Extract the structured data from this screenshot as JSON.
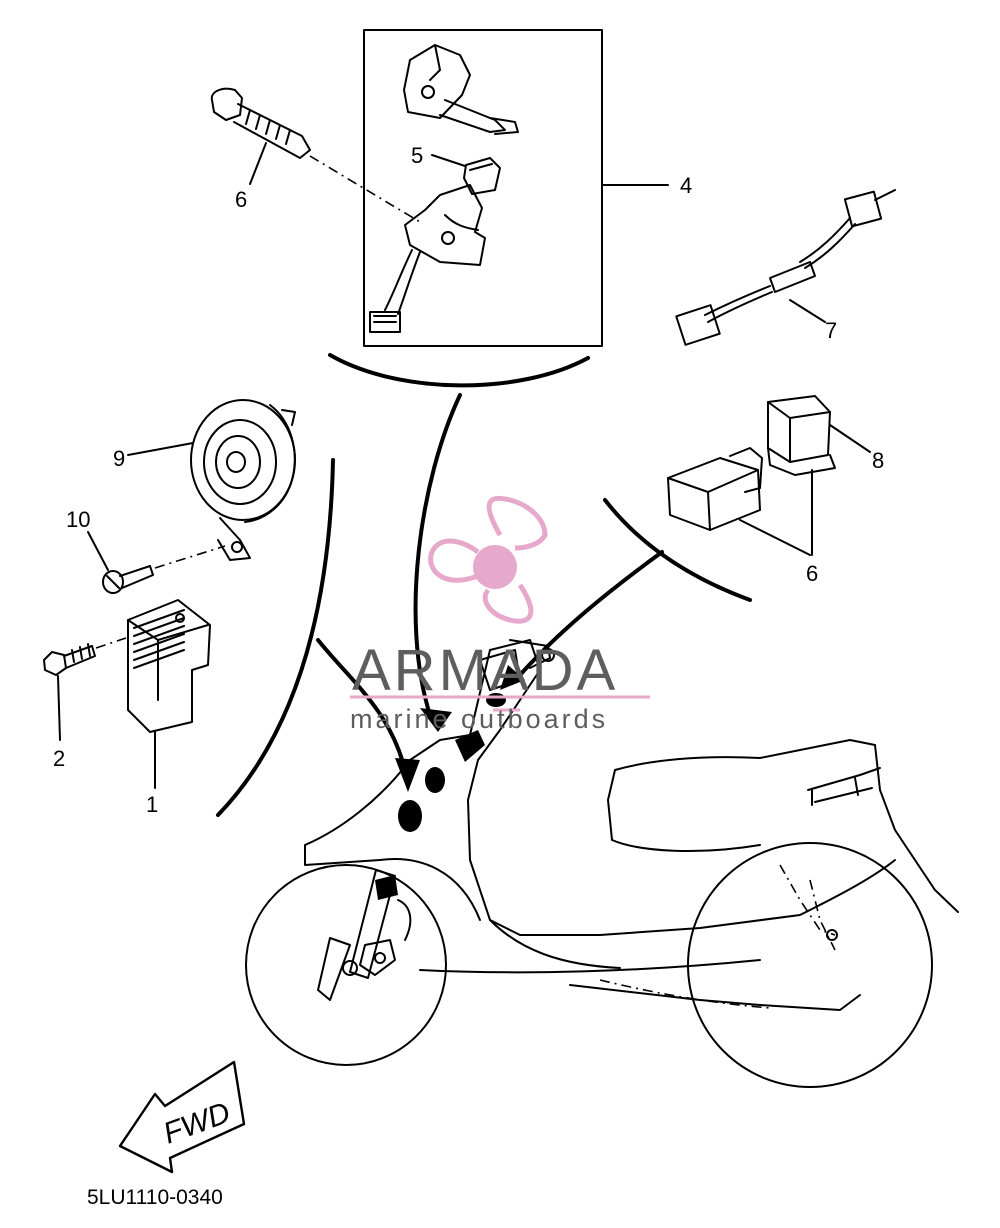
{
  "callouts": {
    "c1": "1",
    "c2": "2",
    "c4": "4",
    "c5": "5",
    "c6a": "6",
    "c6b": "6",
    "c7": "7",
    "c8": "8",
    "c9": "9",
    "c10": "10"
  },
  "diagram_code": "5LU1110-0340",
  "direction_arrow": {
    "label": "FWD",
    "icon": "fwd-arrow-icon"
  },
  "watermark": {
    "brand": "ARMADA",
    "tagline": "marine outboards",
    "logo": "propeller-logo-icon",
    "color": "#e6a8cb"
  }
}
